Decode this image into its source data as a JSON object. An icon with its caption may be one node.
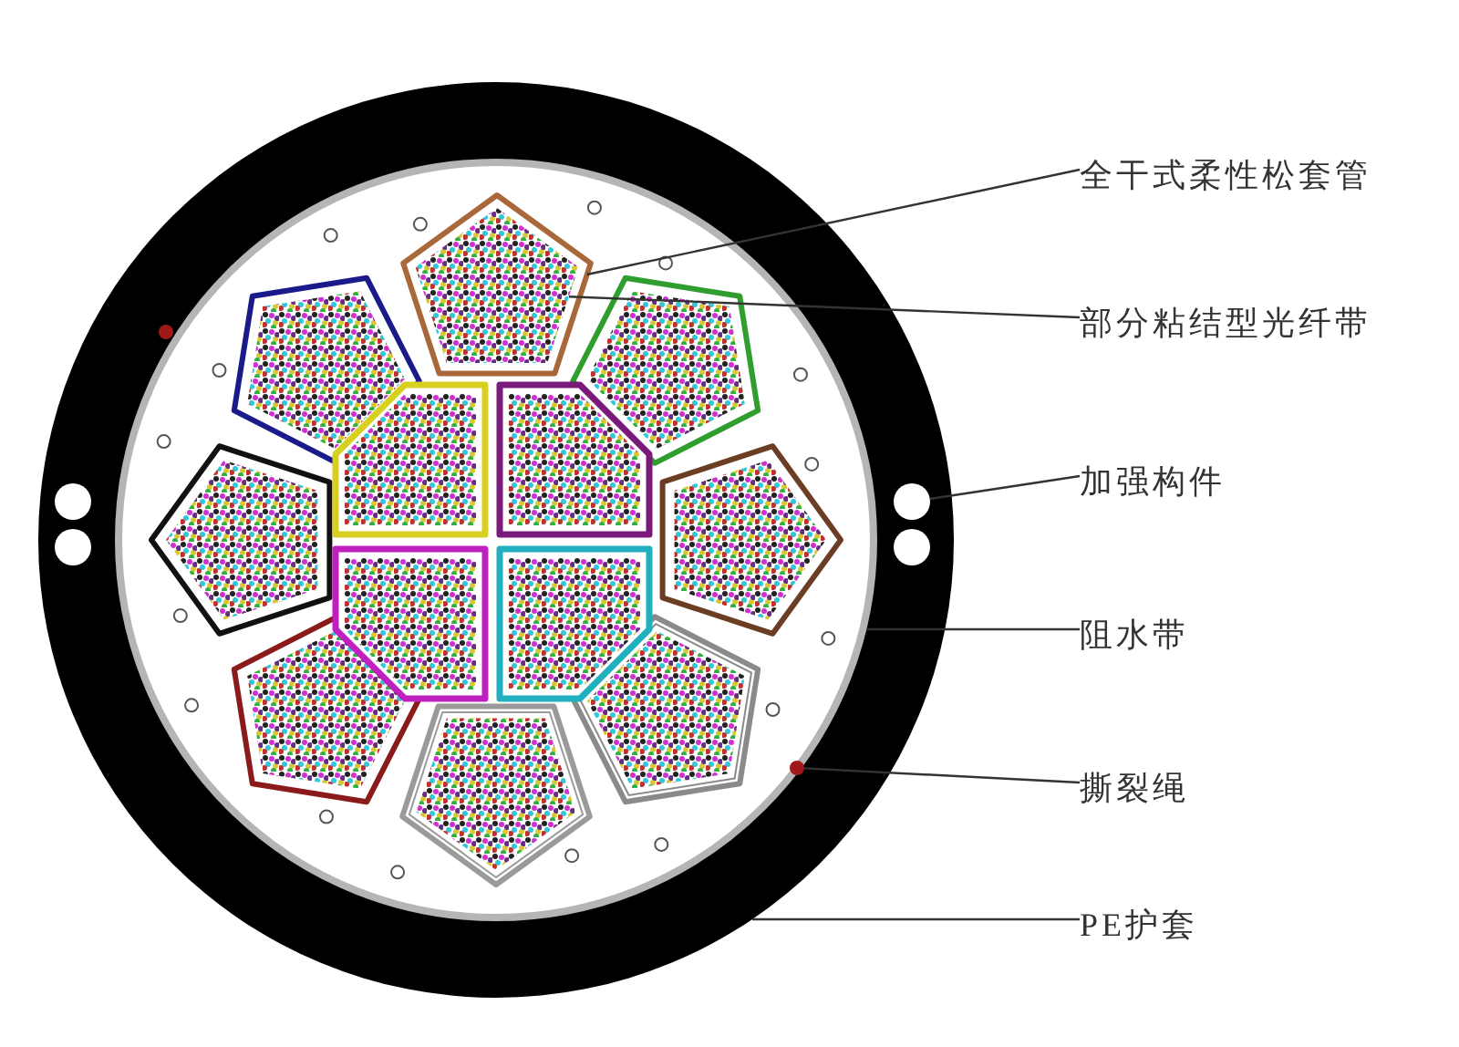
{
  "diagram": {
    "nodes": [
      {
        "text": [
          "全干式柔性松套管"
        ]
      },
      {
        "text": [
          "部分粘结型光纤带"
        ]
      },
      {
        "text": [
          "加强构件"
        ]
      },
      {
        "text": [
          "阻水带"
        ]
      },
      {
        "text": [
          "撕裂绳"
        ]
      },
      {
        "text": [
          "PE护套"
        ]
      },
      {
        "text": [],
        "shape": "circle"
      },
      {
        "text": [],
        "shape": "circle",
        "in": 6
      },
      {
        "text": [],
        "shape": "pentagon",
        "in": 7
      },
      {
        "text": [],
        "shape": "picture",
        "in": 8
      },
      {
        "text": [],
        "shape": "circle",
        "in": 6
      },
      {
        "text": [],
        "shape": "circle",
        "in": 6
      },
      {
        "text": [],
        "shape": "circle",
        "in": 6
      },
      {
        "text": [],
        "shape": "circle",
        "in": 6
      },
      {
        "text": [],
        "shape": "circle",
        "in": 6
      },
      {
        "text": [],
        "shape": "circle",
        "in": 6
      }
    ],
    "edges": [
      {
        "from": 0,
        "to": 8,
        "arrow": "none"
      },
      {
        "from": 1,
        "to": 9,
        "arrow": "none"
      },
      {
        "from": 2,
        "to": 12,
        "arrow": "none"
      },
      {
        "from": 3,
        "to": 7,
        "arrow": "none"
      },
      {
        "from": 4,
        "to": 15,
        "arrow": "none"
      },
      {
        "from": 5,
        "to": 6,
        "arrow": "none"
      }
    ]
  }
}
